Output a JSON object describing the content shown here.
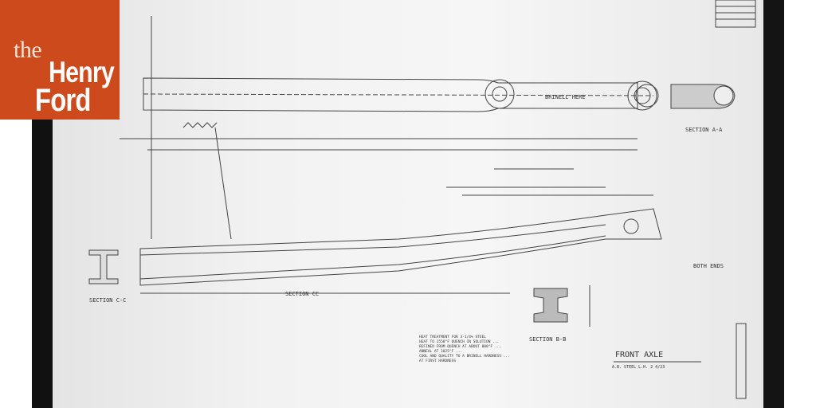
{
  "logo": {
    "the": "the",
    "henry": "Henry",
    "ford": "Ford",
    "color": "#cc4a1c"
  },
  "drawing": {
    "title": "FRONT AXLE",
    "subtitle": "A.B. STEEL  L.H. 2 4/23",
    "section_aa": "SECTION A-A",
    "section_bb": "SECTION B-B",
    "section_cc": "SECTION C-C",
    "section_cc_dim": "SECTION CC",
    "brinell": "BRINELL HERE",
    "both_ends": "BOTH ENDS",
    "heat_treatment_note": [
      "HEAT TREATMENT FOR 3-1/4% STEEL",
      "HEAT TO 1550°F QUENCH IN SOLUTION ...",
      "REFINED FROM QUENCH AT ABOUT 800°F ...",
      "ANNEAL AT 1025°F ...",
      "COOL AND QUALITY TO A BRINELL HARDNESS ...",
      "AT FIRST HARDNESS"
    ]
  }
}
